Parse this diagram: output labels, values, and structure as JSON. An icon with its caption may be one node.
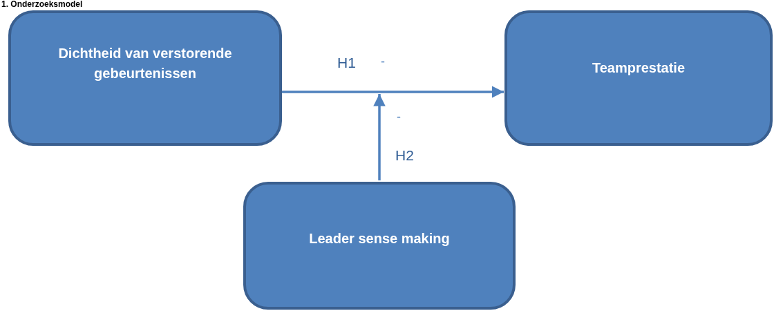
{
  "diagram": {
    "title": "1. Onderzoeksmodel",
    "nodes": [
      {
        "text": [
          "Dichtheid van verstorende gebeurtenissen"
        ]
      },
      {
        "text": [
          "Teamprestatie"
        ]
      },
      {
        "text": [
          "Leader sense making"
        ]
      }
    ],
    "edges": [
      {
        "from": 0,
        "to": 1,
        "arrow": "to",
        "label": "H1"
      },
      {
        "from": 2,
        "to": null,
        "arrow": "to",
        "label": "H2"
      }
    ],
    "labels": [
      "-",
      "-"
    ]
  }
}
